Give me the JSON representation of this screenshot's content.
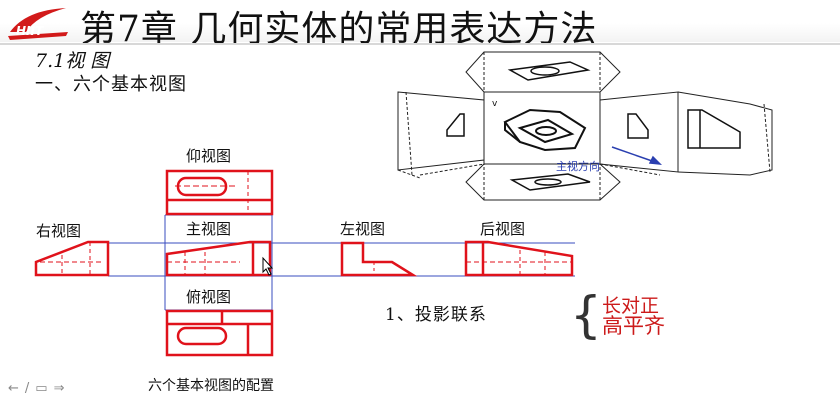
{
  "header": {
    "title": "第7章  几何实体的常用表达方法",
    "logo_text": "HIIT"
  },
  "section": {
    "heading": "7.1视 图",
    "subheading": "一、六个基本视图"
  },
  "views": {
    "bottom_view": "仰视图",
    "right_view": "右视图",
    "front_view": "主视图",
    "left_view": "左视图",
    "rear_view": "后视图",
    "top_view": "俯视图"
  },
  "box_diagram": {
    "direction_label": "主视方向"
  },
  "relation": {
    "label": "1、投影联系",
    "rule_line1": "长对正",
    "rule_line2": "高平齐"
  },
  "caption": "六个基本视图的配置",
  "nav": {
    "buttons": [
      "←",
      "/",
      "▭",
      "⇒"
    ]
  },
  "colors": {
    "drawing_red": "#e0121b",
    "guide_blue": "#3a4cbf",
    "rule_red": "#cc1a1a"
  }
}
